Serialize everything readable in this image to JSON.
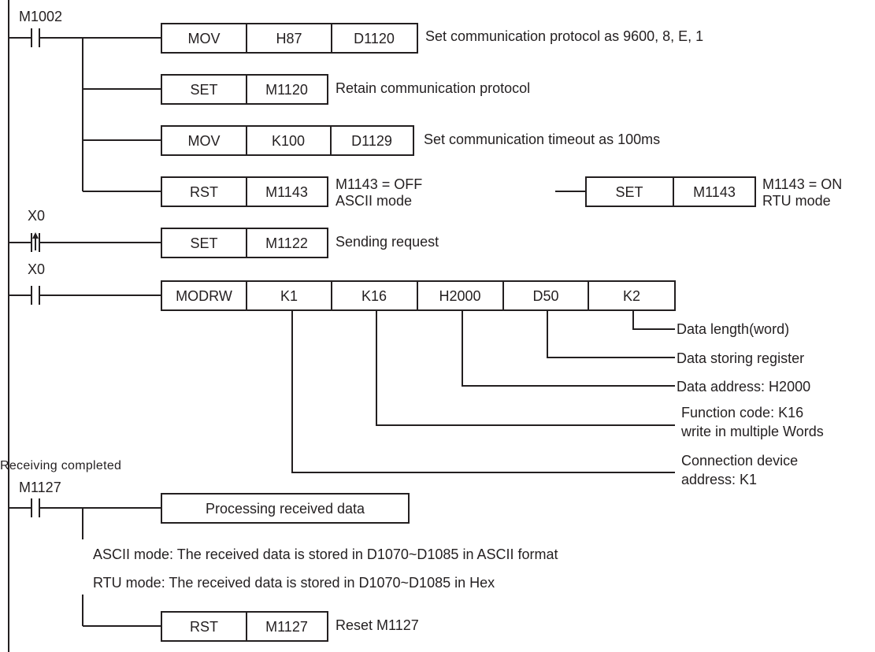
{
  "contacts": {
    "m1002": "M1002",
    "x0_pulse": "X0",
    "x0": "X0",
    "m1127": "M1127"
  },
  "rung_mov_h87": {
    "op": "MOV",
    "src": "H87",
    "dst": "D1120",
    "comment": "Set communication protocol as 9600, 8, E, 1"
  },
  "rung_set_m1120": {
    "op": "SET",
    "dev": "M1120",
    "comment": "Retain communication protocol"
  },
  "rung_mov_k100": {
    "op": "MOV",
    "src": "K100",
    "dst": "D1129",
    "comment": "Set communication timeout as 100ms"
  },
  "rung_rst_m1143": {
    "op": "RST",
    "dev": "M1143",
    "comment_line1": "M1143 = OFF",
    "comment_line2": "ASCII mode"
  },
  "alt_set_m1143": {
    "op": "SET",
    "dev": "M1143",
    "comment_line1": "M1143 = ON",
    "comment_line2": "RTU mode"
  },
  "rung_set_m1122": {
    "op": "SET",
    "dev": "M1122",
    "comment": "Sending request"
  },
  "modrw": {
    "op": "MODRW",
    "station": "K1",
    "function": "K16",
    "address": "H2000",
    "register": "D50",
    "length": "K2",
    "note_length": "Data length(word)",
    "note_register": "Data storing register",
    "note_address": "Data address: H2000",
    "note_function_line1": "Function code: K16",
    "note_function_line2": "write in multiple Words",
    "note_station_line1": "Connection device",
    "note_station_line2": "address: K1"
  },
  "receiving_completed": "Receiving completed",
  "processing_box": "Processing received data",
  "ascii_note": "ASCII mode: The received data is stored in D1070~D1085 in ASCII format",
  "rtu_note": "RTU mode: The received data is stored in  D1070~D1085 in Hex",
  "rung_rst_m1127": {
    "op": "RST",
    "dev": "M1127",
    "comment": "Reset M1127"
  }
}
